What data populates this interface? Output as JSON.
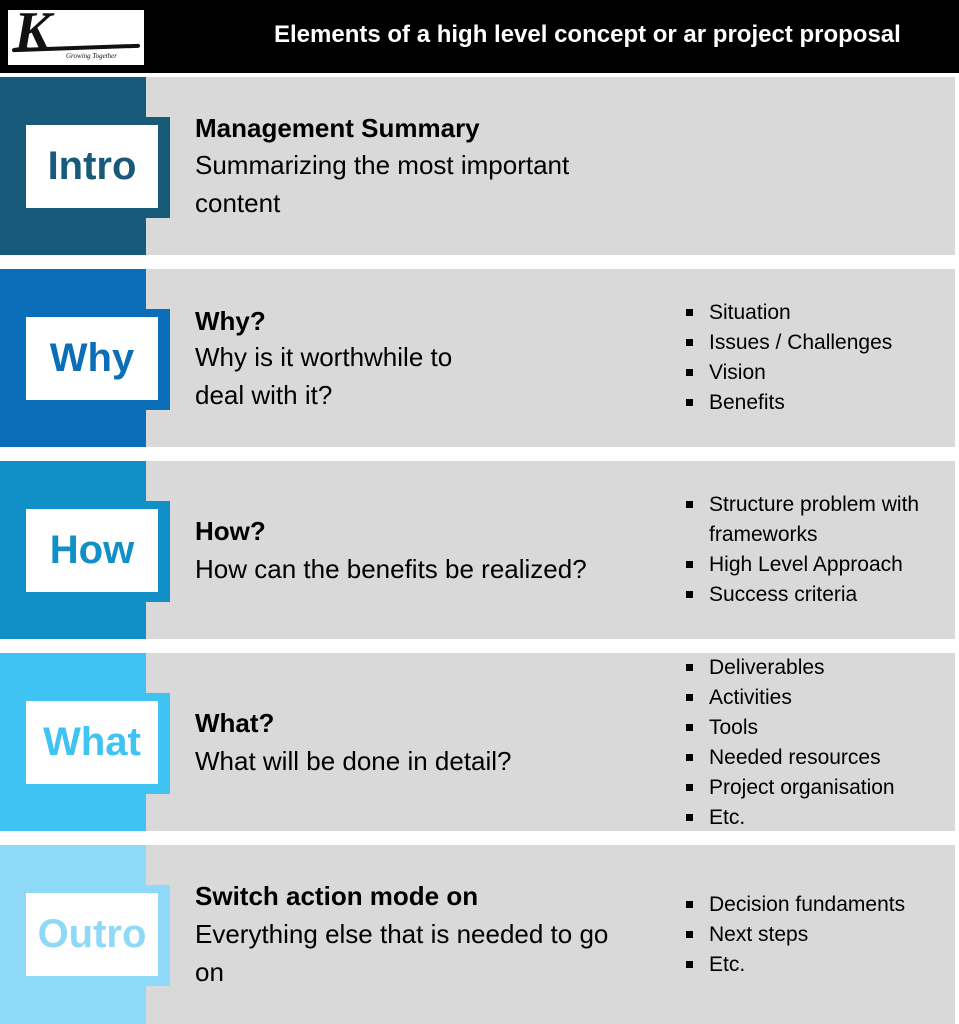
{
  "header": {
    "title": "Elements of a high level concept or ar project proposal",
    "logo": {
      "letter": "K",
      "tagline": "Growing Together"
    }
  },
  "colors": {
    "intro": "#185a7a",
    "why": "#0a6fb8",
    "how": "#1190c8",
    "what": "#3ec3f2",
    "outro": "#8fd9f8",
    "panel": "#d9d9d9"
  },
  "sections": [
    {
      "label": "Intro",
      "heading": "Management Summary",
      "description": "Summarizing the most important content",
      "bullets": []
    },
    {
      "label": "Why",
      "heading": "Why?",
      "description": "Why is it worthwhile to deal with it?",
      "bullets": [
        "Situation",
        "Issues / Challenges",
        "Vision",
        "Benefits"
      ]
    },
    {
      "label": "How",
      "heading": "How?",
      "description": "How can the benefits be realized?",
      "bullets": [
        "Structure problem with frameworks",
        "High Level Approach",
        "Success criteria"
      ]
    },
    {
      "label": "What",
      "heading": "What?",
      "description": "What will be done in detail?",
      "bullets": [
        "Deliverables",
        "Activities",
        "Tools",
        "Needed resources",
        "Project organisation",
        "Etc."
      ]
    },
    {
      "label": "Outro",
      "heading": "Switch action mode on",
      "description": "Everything else that is needed to go on",
      "bullets": [
        "Decision fundaments",
        "Next steps",
        "Etc."
      ]
    }
  ]
}
